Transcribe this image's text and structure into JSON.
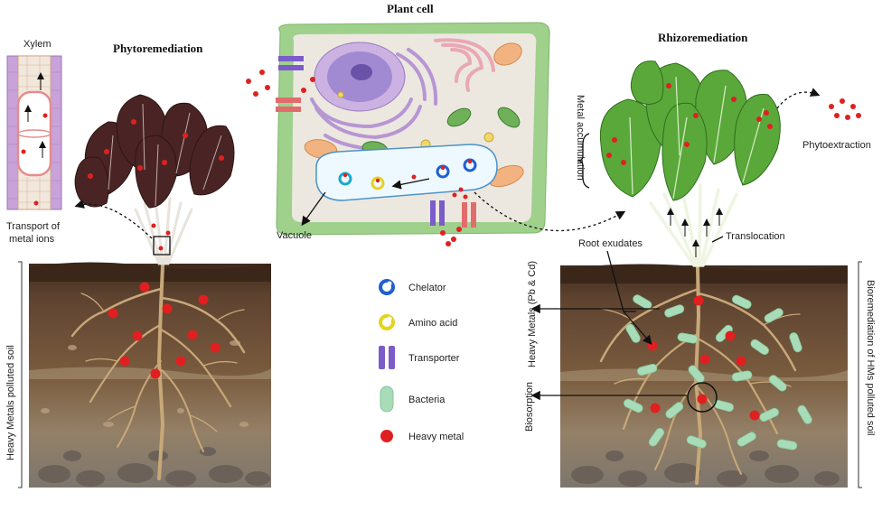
{
  "titles": {
    "phytoremediation": "Phytoremediation",
    "plant_cell": "Plant cell",
    "rhizoremediation": "Rhizoremediation"
  },
  "labels": {
    "xylem": "Xylem",
    "transport_line1": "Transport of",
    "transport_line2": "metal ions",
    "vacuole": "Vacuole",
    "metal_accumulation": "Metal accumulation",
    "phytoextraction": "Phytoextraction",
    "root_exudates": "Root exudates",
    "translocation": "Translocation",
    "heavy_metals_pb_cd": "Heavy Metals (Pb & Cd)",
    "biosorption": "Biosorption",
    "left_soil": "Heavy Metals polluted soil",
    "right_soil": "Bioremediation of HMs polluted soil"
  },
  "legend": [
    {
      "label": "Chelator",
      "icon": "chelator-icon",
      "color": "#1f5fd0"
    },
    {
      "label": "Amino acid",
      "icon": "amino-acid-icon",
      "color": "#e6d21c"
    },
    {
      "label": "Transporter",
      "icon": "transporter-icon",
      "color": "#7b5cc9"
    },
    {
      "label": "Bacteria",
      "icon": "bacteria-icon",
      "color": "#a8dcb8"
    },
    {
      "label": "Heavy metal",
      "icon": "heavy-metal-icon",
      "color": "#e02020"
    }
  ],
  "colors": {
    "heavy_metal": "#e02020",
    "bacteria": "#a8dcb8",
    "leaf_dark": "#4a2424",
    "leaf_green": "#5aa83a",
    "cell_wall": "#9fd08c",
    "soil_top": "#4a3322",
    "soil_mid": "#6e5136",
    "soil_low": "#8f7553"
  }
}
